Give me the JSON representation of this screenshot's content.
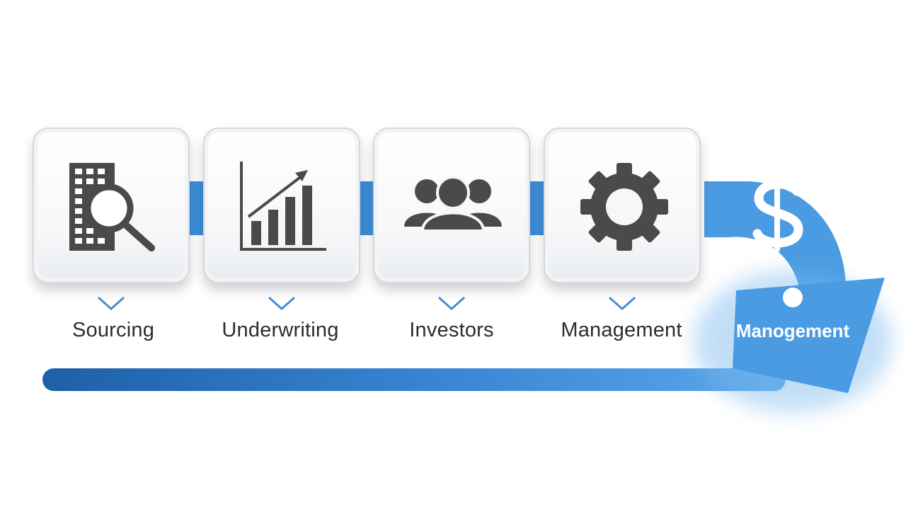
{
  "steps": [
    {
      "label": "Sourcing",
      "icon": "building-magnifier-icon"
    },
    {
      "label": "Underwriting",
      "icon": "bar-chart-arrow-icon"
    },
    {
      "label": "Investors",
      "icon": "people-group-icon"
    },
    {
      "label": "Management",
      "icon": "gear-icon"
    }
  ],
  "final": {
    "label": "Manogement",
    "icon": "dollar-sign-icon"
  },
  "colors": {
    "accent": "#4a9be2",
    "accent_dark": "#1e5fa8",
    "icon": "#4a4a4a",
    "label": "#2d2d2d"
  }
}
